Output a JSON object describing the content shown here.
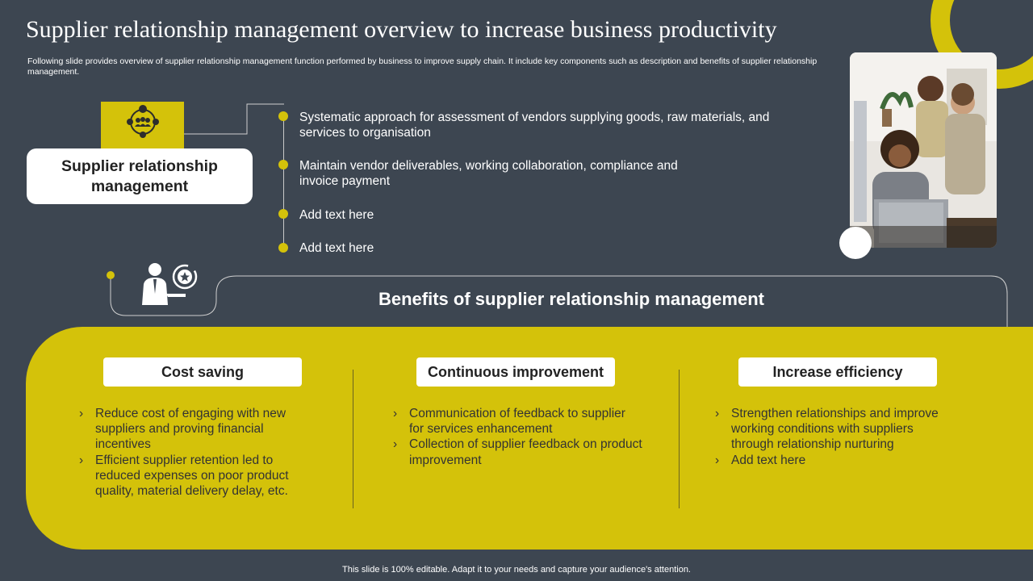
{
  "title": "Supplier relationship management overview to increase business productivity",
  "subtitle": "Following slide provides overview of supplier relationship management function performed by business to improve supply chain. It include key components such as description and benefits of supplier relationship management.",
  "srm_label": "Supplier relationship management",
  "description_bullets": [
    "Systematic approach for assessment of vendors supplying goods, raw materials, and services to organisation",
    "Maintain vendor deliverables, working collaboration, compliance and invoice payment",
    "Add text here",
    "Add text here"
  ],
  "benefits_title": "Benefits of supplier relationship management",
  "benefits": [
    {
      "heading": "Cost saving",
      "items": [
        "Reduce cost of engaging with new suppliers and proving financial incentives",
        "Efficient supplier retention led to reduced expenses on poor product quality, material delivery delay, etc."
      ]
    },
    {
      "heading": "Continuous improvement",
      "items": [
        "Communication of feedback to supplier for services enhancement",
        "Collection of supplier feedback on product improvement"
      ]
    },
    {
      "heading": "Increase efficiency",
      "items": [
        "Strengthen relationships and improve working conditions with suppliers through relationship nurturing",
        "Add text here"
      ]
    }
  ],
  "footer": "This slide is 100% editable. Adapt it to your needs and capture your audience's attention.",
  "colors": {
    "background": "#3d4651",
    "accent": "#d4c20a",
    "card": "#ffffff"
  },
  "icons": [
    "supplier-network-icon",
    "businessman-star-icon"
  ]
}
